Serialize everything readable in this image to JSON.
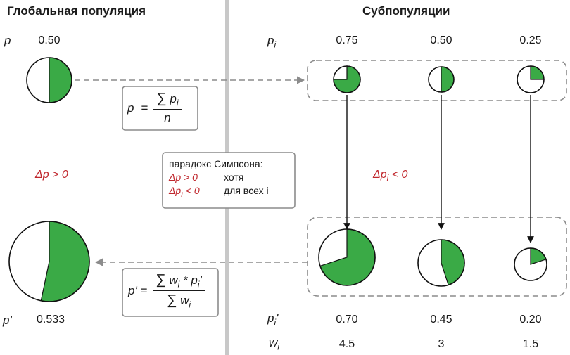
{
  "global": {
    "title": "Глобальная популяция",
    "p_label": "p",
    "p_value": "0.50",
    "p_prime_label": "p'",
    "p_prime_value": "0.533",
    "delta": "Δp > 0"
  },
  "sub": {
    "title": "Субпопуляции",
    "p_label": "p",
    "p_label_sub": "i",
    "p_values": [
      "0.75",
      "0.50",
      "0.25"
    ],
    "p_prime_label": "p",
    "p_prime_label_sub": "i",
    "p_prime_values": [
      "0.70",
      "0.45",
      "0.20"
    ],
    "w_label": "w",
    "w_label_sub": "i",
    "w_values": [
      "4.5",
      "3",
      "1.5"
    ],
    "delta": "Δp",
    "delta_sub": "i",
    "delta_rest": " < 0"
  },
  "formula1": {
    "lhs": "p",
    "eq": "=",
    "sigma": "∑",
    "num_var": "p",
    "num_sub": "i",
    "den": "n"
  },
  "formula2": {
    "lhs": "p' =",
    "sigma": "∑",
    "num_w": "w",
    "num_w_sub": "i",
    "num_op": " * p",
    "num_p_sub": "i",
    "num_p_sup": "'",
    "den_w": "w",
    "den_w_sub": "i"
  },
  "simpson": {
    "title": "парадокс Симпсона:",
    "line1_expr": "Δp > 0",
    "line1_text": "хотя",
    "line2_expr": "Δp",
    "line2_expr_sub": "i",
    "line2_expr_rest": " < 0",
    "line2_text": "для всех i"
  },
  "colors": {
    "fill": "#3aaa46",
    "outline": "#111111",
    "divider": "#c8c8c8",
    "dash": "#8c8c8c",
    "accent": "#c0272d"
  },
  "pies": {
    "global_top": 0.5,
    "global_bottom": 0.533,
    "sub_top": [
      0.75,
      0.5,
      0.25
    ],
    "sub_bottom": [
      0.7,
      0.45,
      0.2
    ]
  }
}
